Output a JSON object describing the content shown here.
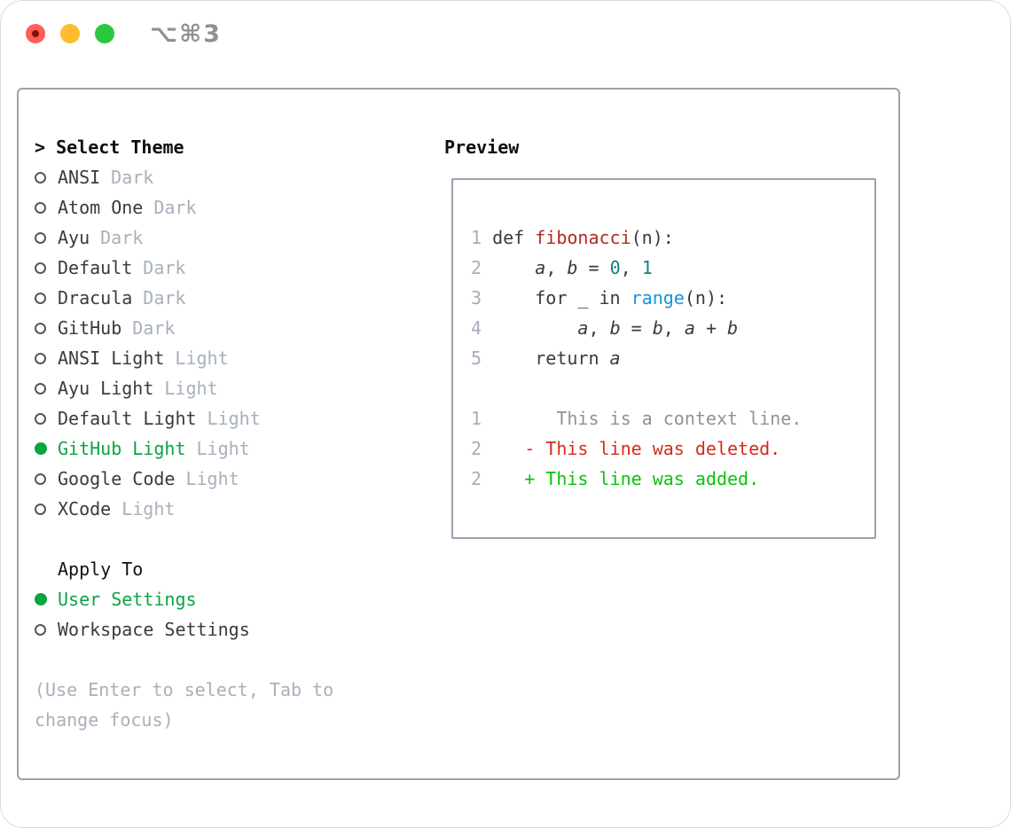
{
  "window": {
    "title": "⌥⌘3",
    "traffic_lights": [
      "close",
      "minimize",
      "zoom"
    ]
  },
  "colors": {
    "accent_selected_green": "#0aa443",
    "diff_added_green": "#0bc20b",
    "diff_deleted_red": "#d62b1a",
    "syntax_function_red": "#b02a20",
    "syntax_number_teal": "#0d8282",
    "syntax_call_blue": "#1794dc",
    "muted_gray": "#a7b0bb",
    "border_gray": "#99a2ad"
  },
  "left_panel": {
    "header": {
      "prompt": "> ",
      "label": "Select Theme"
    },
    "themes": [
      {
        "name": "ANSI",
        "tag": "Dark",
        "selected": false
      },
      {
        "name": "Atom One",
        "tag": "Dark",
        "selected": false
      },
      {
        "name": "Ayu",
        "tag": "Dark",
        "selected": false
      },
      {
        "name": "Default",
        "tag": "Dark",
        "selected": false
      },
      {
        "name": "Dracula",
        "tag": "Dark",
        "selected": false
      },
      {
        "name": "GitHub",
        "tag": "Dark",
        "selected": false
      },
      {
        "name": "ANSI Light",
        "tag": "Light",
        "selected": false
      },
      {
        "name": "Ayu Light",
        "tag": "Light",
        "selected": false
      },
      {
        "name": "Default Light",
        "tag": "Light",
        "selected": false
      },
      {
        "name": "GitHub Light",
        "tag": "Light",
        "selected": true
      },
      {
        "name": "Google Code",
        "tag": "Light",
        "selected": false
      },
      {
        "name": "XCode",
        "tag": "Light",
        "selected": false
      }
    ],
    "apply_to": {
      "label": "Apply To",
      "options": [
        {
          "name": "User Settings",
          "selected": true
        },
        {
          "name": "Workspace Settings",
          "selected": false
        }
      ]
    },
    "hint_lines": [
      "(Use Enter to select, Tab to",
      "change focus)"
    ]
  },
  "preview": {
    "label": "Preview",
    "lines": [
      {
        "num": "1",
        "segments": [
          {
            "t": "def ",
            "c": "code"
          },
          {
            "t": "fibonacci",
            "c": "fn"
          },
          {
            "t": "(n):",
            "c": "code"
          }
        ]
      },
      {
        "num": "2",
        "segments": [
          {
            "t": "    ",
            "c": "code"
          },
          {
            "t": "a",
            "c": "var"
          },
          {
            "t": ", ",
            "c": "code"
          },
          {
            "t": "b",
            "c": "var"
          },
          {
            "t": " = ",
            "c": "code"
          },
          {
            "t": "0",
            "c": "numlit"
          },
          {
            "t": ", ",
            "c": "code"
          },
          {
            "t": "1",
            "c": "numlit"
          }
        ]
      },
      {
        "num": "3",
        "segments": [
          {
            "t": "    for _ in ",
            "c": "code"
          },
          {
            "t": "range",
            "c": "call"
          },
          {
            "t": "(n):",
            "c": "code"
          }
        ]
      },
      {
        "num": "4",
        "segments": [
          {
            "t": "        ",
            "c": "code"
          },
          {
            "t": "a",
            "c": "var"
          },
          {
            "t": ", ",
            "c": "code"
          },
          {
            "t": "b",
            "c": "var"
          },
          {
            "t": " = ",
            "c": "code"
          },
          {
            "t": "b",
            "c": "var"
          },
          {
            "t": ", ",
            "c": "code"
          },
          {
            "t": "a",
            "c": "var"
          },
          {
            "t": " + ",
            "c": "code"
          },
          {
            "t": "b",
            "c": "var"
          }
        ]
      },
      {
        "num": "5",
        "segments": [
          {
            "t": "    return ",
            "c": "code"
          },
          {
            "t": "a",
            "c": "var"
          }
        ]
      },
      {
        "num": "",
        "segments": []
      },
      {
        "num": "1",
        "segments": [
          {
            "t": "      This is a context line.",
            "c": "ctx"
          }
        ]
      },
      {
        "num": "2",
        "segments": [
          {
            "t": "   - This line was deleted.",
            "c": "del"
          }
        ]
      },
      {
        "num": "2",
        "segments": [
          {
            "t": "   + This line was added.",
            "c": "add"
          }
        ]
      }
    ]
  }
}
